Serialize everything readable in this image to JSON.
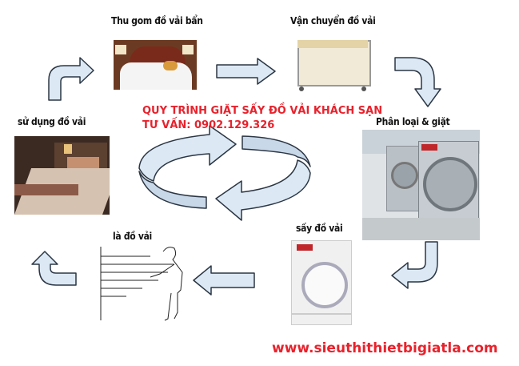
{
  "title": "QUY TRÌNH GIẶT SẤY ĐỒ VẢI KHÁCH SẠN",
  "contact": "TƯ VẤN: 0902.129.326",
  "website": "www.sieuthithietbigiatla.com",
  "steps": [
    {
      "label": "Thu gom đồ vải bẩn",
      "icon": "dirty-bed-photo"
    },
    {
      "label": "Vận chuyển đồ vải",
      "icon": "laundry-cart-photo"
    },
    {
      "label": "Phân loại & giặt",
      "icon": "washing-machines-photo"
    },
    {
      "label": "sấy đồ vải",
      "icon": "dryer-photo"
    },
    {
      "label": "là đồ vải",
      "icon": "ironing-drawing"
    },
    {
      "label": "sử dụng đồ vải",
      "icon": "hotel-room-photo"
    }
  ],
  "colors": {
    "arrow_fill": "#dce9f5",
    "arrow_stroke": "#2b3644",
    "accent": "#e8222c"
  }
}
